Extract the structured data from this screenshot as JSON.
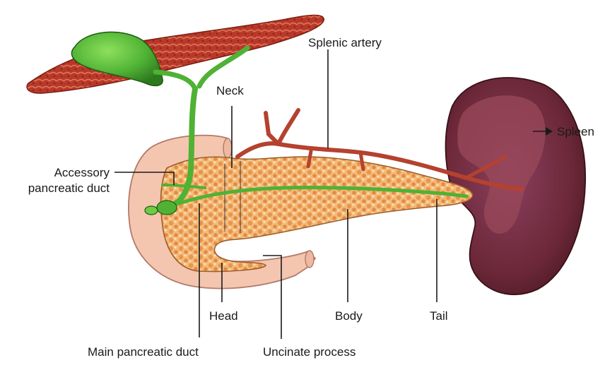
{
  "labels": {
    "splenic_artery": "Splenic artery",
    "neck": "Neck",
    "spleen": "Spleen",
    "accessory_duct_line1": "Accessory",
    "accessory_duct_line2": "pancreatic duct",
    "head": "Head",
    "body": "Body",
    "tail": "Tail",
    "main_duct": "Main pancreatic duct",
    "uncinate": "Uncinate process"
  },
  "colors": {
    "liver": "#b23a2c",
    "gallbladder": "#4fb234",
    "bile_duct": "#4fb234",
    "pancreas": "#f2b36a",
    "duodenum": "#f4c6b0",
    "artery": "#b5412f",
    "spleen": "#7a2f3e",
    "spleen_hilum": "#9a4a5a"
  }
}
